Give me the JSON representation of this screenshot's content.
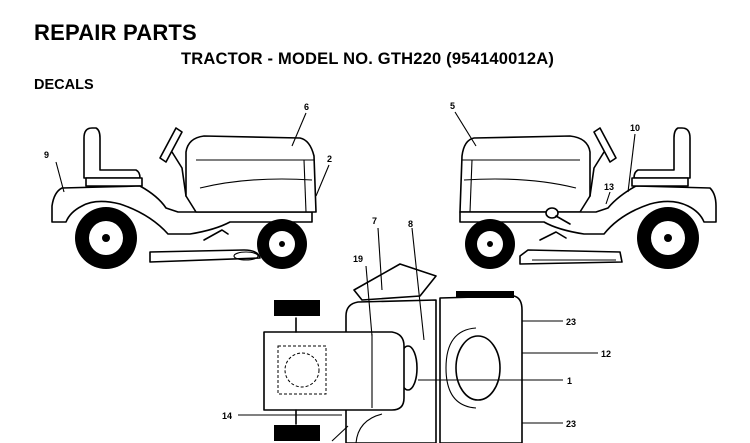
{
  "header": {
    "title": "REPAIR PARTS",
    "subtitle": "TRACTOR - MODEL NO. GTH220 (954140012A)",
    "section": "DECALS"
  },
  "callouts": {
    "c1": "1",
    "c2": "2",
    "c5": "5",
    "c6": "6",
    "c7": "7",
    "c8": "8",
    "c9": "9",
    "c10": "10",
    "c12": "12",
    "c13": "13",
    "c14": "14",
    "c19": "19",
    "c23a": "23",
    "c23b": "23"
  }
}
